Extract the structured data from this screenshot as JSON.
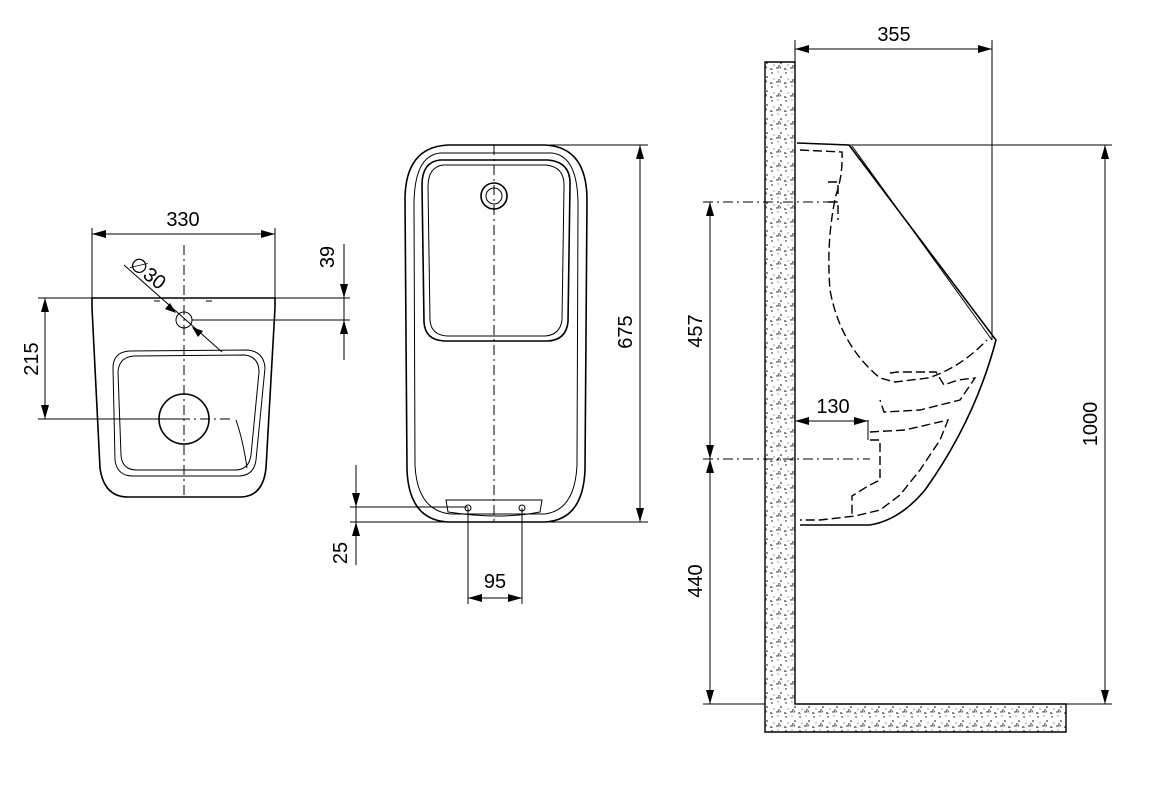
{
  "top_view": {
    "width_dim": "330",
    "hole_dim": "∅30",
    "depth_dim": "215",
    "offset_dim": "39"
  },
  "front_view": {
    "height_dim": "675",
    "bottom_dim": "25",
    "spacing_dim": "95"
  },
  "side_view": {
    "projection_dim": "355",
    "upper_height_dim": "457",
    "lower_height_dim": "440",
    "outlet_dim": "130",
    "total_height_dim": "1000"
  }
}
